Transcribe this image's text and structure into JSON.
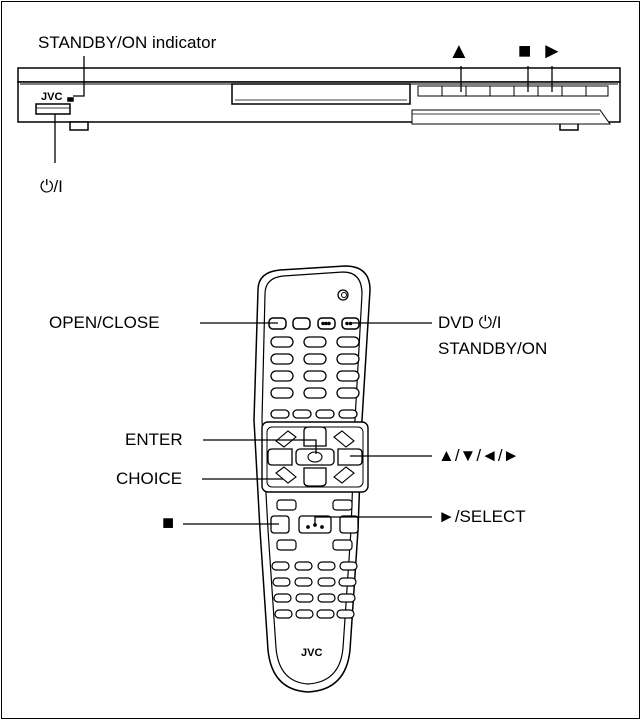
{
  "player": {
    "brand": "JVC",
    "labels": {
      "standby_indicator": "STANDBY/ON indicator",
      "power": "⏻/I",
      "eject": "▲",
      "stop": "■",
      "play": "►"
    }
  },
  "remote": {
    "brand": "JVC",
    "labels": {
      "open_close": "OPEN/CLOSE",
      "dvd_power": "DVD ⏻/I",
      "standby_on": "STANDBY/ON",
      "enter": "ENTER",
      "arrows": "▲/▼/◄/►",
      "choice": "CHOICE",
      "stop": "■",
      "play_select": "►/SELECT"
    }
  }
}
